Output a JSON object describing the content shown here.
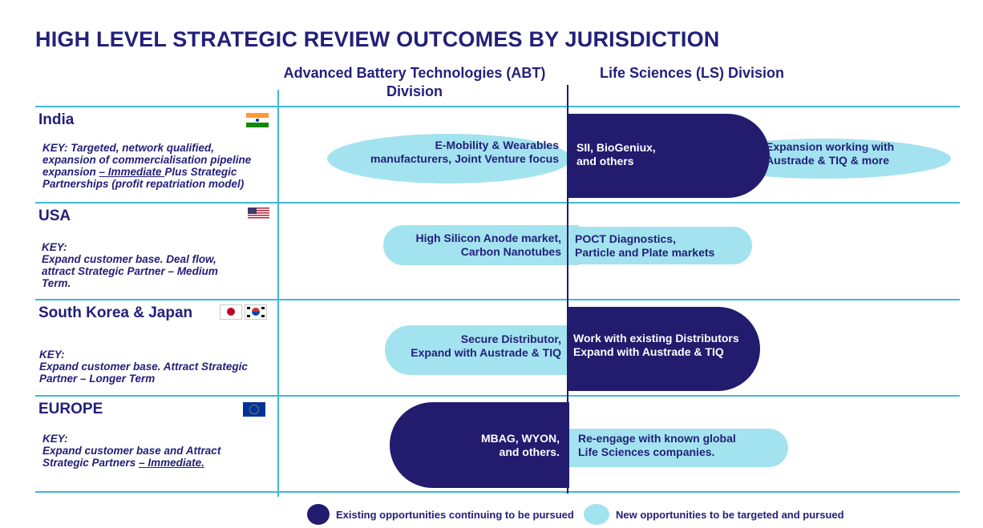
{
  "title": "HIGH LEVEL STRATEGIC REVIEW OUTCOMES BY JURISDICTION",
  "columns": {
    "abt": "Advanced Battery Technologies (ABT) Division",
    "ls": "Life Sciences (LS) Division"
  },
  "rows": [
    {
      "name": "India",
      "key_lines": [
        "KEY: Targeted, network qualified,",
        "expansion of commercialisation pipeline",
        "expansion ",
        "– Immediate ",
        "Plus Strategic",
        "Partnerships (profit repatriation model)"
      ],
      "abt": [
        "E-Mobility & Wearables",
        "manufacturers, Joint Venture focus"
      ],
      "ls_dark": [
        "SII, BioGeniux,",
        "and others"
      ],
      "ls_light": [
        "Expansion working with",
        "Austrade & TIQ & more"
      ]
    },
    {
      "name": "USA",
      "key_lines": [
        "KEY:",
        "Expand customer base. Deal flow,",
        "attract Strategic Partner – Medium",
        "Term."
      ],
      "abt": [
        "High Silicon Anode market,",
        "Carbon Nanotubes"
      ],
      "ls": [
        "POCT Diagnostics,",
        "Particle and Plate markets"
      ]
    },
    {
      "name": "South Korea & Japan",
      "key_lines": [
        "KEY:",
        "Expand customer base. Attract Strategic",
        "Partner – Longer Term"
      ],
      "abt": [
        "Secure Distributor,",
        "Expand with Austrade & TIQ"
      ],
      "ls": [
        "Work with existing Distributors",
        "Expand with Austrade & TIQ"
      ]
    },
    {
      "name": "EUROPE",
      "key_lines": [
        "KEY:",
        "Expand customer base and Attract",
        "Strategic Partners ",
        "– Immediate."
      ],
      "abt": [
        "MBAG, WYON,",
        "and others."
      ],
      "ls": [
        "Re-engage with known global",
        "Life Sciences companies."
      ]
    }
  ],
  "legend": {
    "existing": "Existing opportunities continuing to be pursued",
    "new": "New opportunities to be targeted and pursued"
  },
  "colors": {
    "dark": "#221b6e",
    "light": "#a3e3ef",
    "line": "#41b8d8"
  },
  "icons": [
    "india-flag-icon",
    "usa-flag-icon",
    "japan-flag-icon",
    "south-korea-flag-icon",
    "eu-flag-icon"
  ]
}
